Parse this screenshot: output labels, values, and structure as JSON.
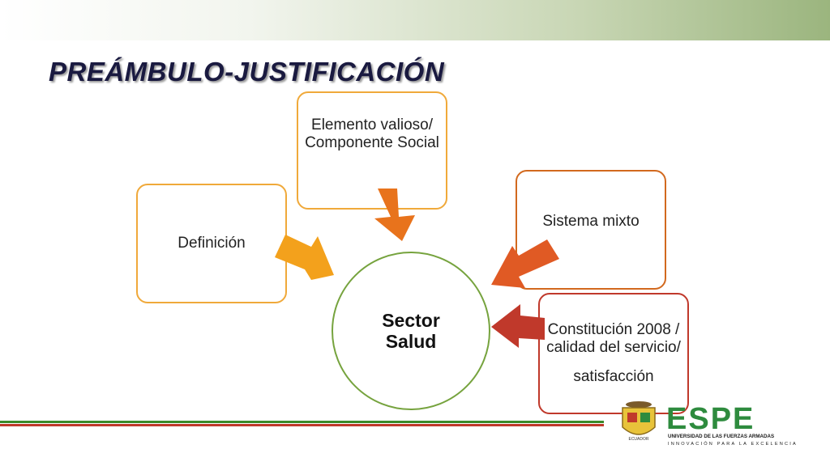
{
  "slide": {
    "title": "PREÁMBULO-JUSTIFICACIÓN"
  },
  "diagram": {
    "center": {
      "line1": "Sector",
      "line2": "Salud"
    },
    "boxes": {
      "elemento": "Elemento valioso/ Componente Social",
      "definicion": "Definición",
      "sistema": "Sistema mixto",
      "constitucion_line1": "Constitución 2008 / calidad del servicio/",
      "constitucion_line2": "satisfacción"
    }
  },
  "logo": {
    "name": "ESPE",
    "subtitle": "UNIVERSIDAD DE LAS FUERZAS ARMADAS",
    "tagline": "INNOVACIÓN PARA LA EXCELENCIA",
    "crest_text": "ECUADOR"
  },
  "colors": {
    "orange_light": "#f0a93a",
    "orange": "#e8731c",
    "orange_dark": "#d2691e",
    "red": "#c0392b",
    "green": "#76a33e",
    "logo_green": "#2e8b3e"
  }
}
